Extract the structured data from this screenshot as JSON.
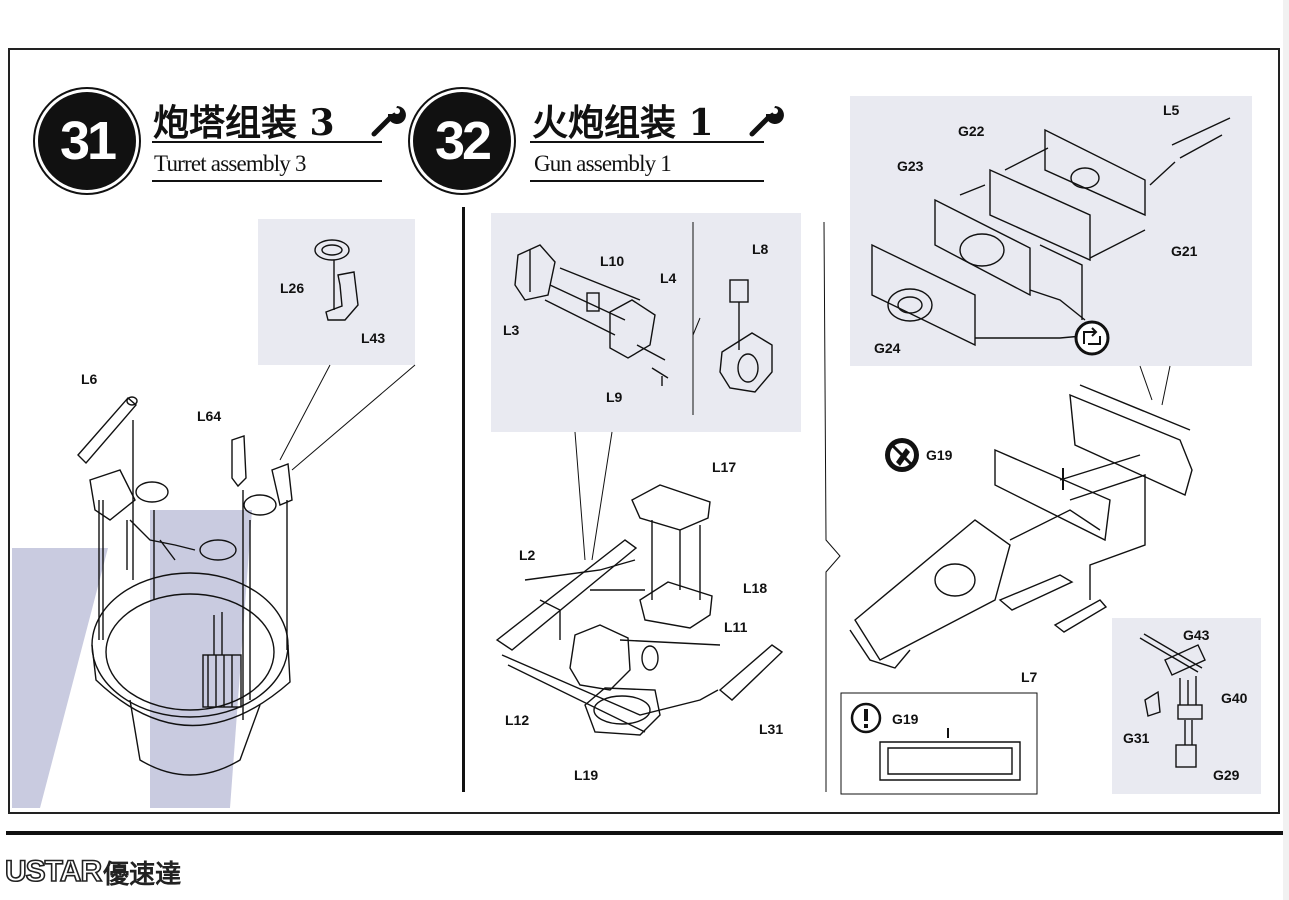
{
  "step31": {
    "number": "31",
    "title_zh": "炮塔组装 3",
    "title_en": "Turret assembly 3",
    "labels": {
      "L26": "L26",
      "L43": "L43",
      "L6": "L6",
      "L64": "L64"
    }
  },
  "step32": {
    "number": "32",
    "title_zh": "火炮组装 1",
    "title_en": "Gun assembly 1",
    "labels": {
      "L10": "L10",
      "L4": "L4",
      "L3": "L3",
      "L9": "L9",
      "L8": "L8",
      "L17": "L17",
      "L2": "L2",
      "L18": "L18",
      "L11": "L11",
      "L12": "L12",
      "L31": "L31",
      "L19": "L19",
      "L5": "L5",
      "G22": "G22",
      "G23": "G23",
      "G21": "G21",
      "G24": "G24",
      "G19a": "G19",
      "G19b": "G19",
      "L7": "L7",
      "G43": "G43",
      "G40": "G40",
      "G31": "G31",
      "G29": "G29"
    }
  },
  "logo": {
    "en": "USTAR",
    "zh": "優速達"
  },
  "icons": [
    "wrench-icon",
    "flip-part-icon",
    "no-glue-icon",
    "attention-icon"
  ],
  "colors": {
    "panel": "#e9eaf1",
    "watermark": "#c9cbe0",
    "ink": "#111111"
  }
}
